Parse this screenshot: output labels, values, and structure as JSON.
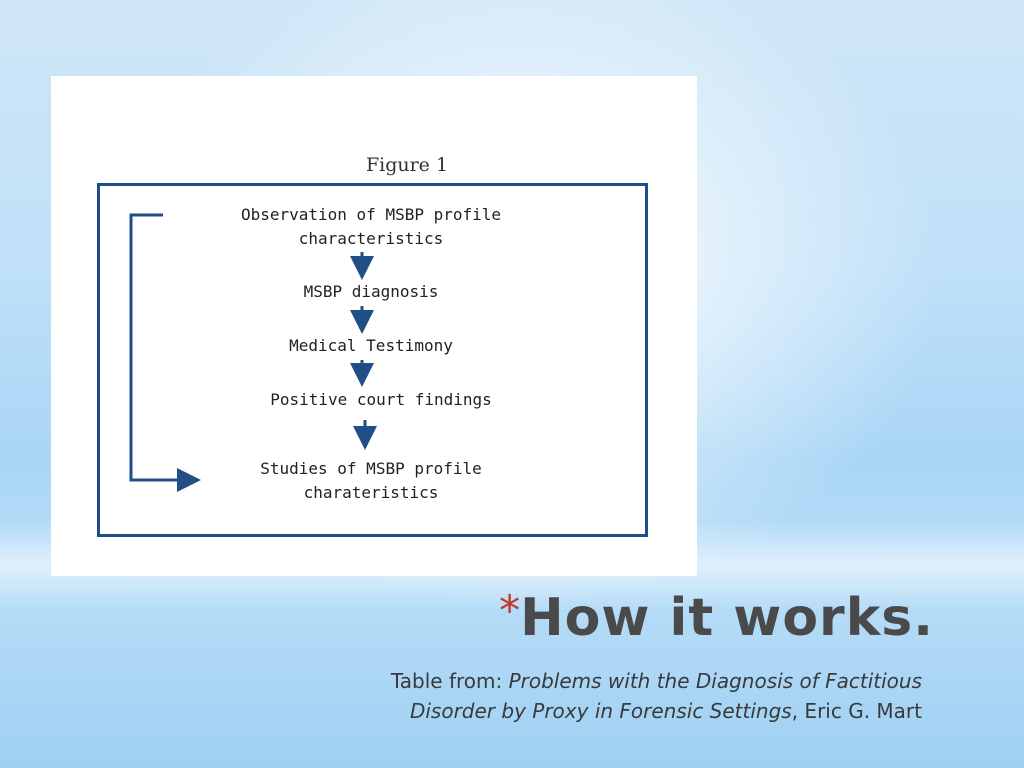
{
  "figure": {
    "caption": "Figure 1",
    "steps": [
      "Observation of MSBP profile\ncharacteristics",
      "MSBP diagnosis",
      "Medical Testimony",
      "Positive court findings",
      "Studies of MSBP profile\ncharateristics"
    ]
  },
  "slide": {
    "bullet": "*",
    "title": "How it works.",
    "subtitle_prefix": "Table from: ",
    "subtitle_italic_1": "Problems with the Diagnosis of Factitious",
    "subtitle_italic_2": "Disorder by Proxy in Forensic Settings",
    "subtitle_suffix": ", Eric G. Mart"
  },
  "colors": {
    "arrow": "#1f4f86",
    "bullet": "#c0392b"
  }
}
